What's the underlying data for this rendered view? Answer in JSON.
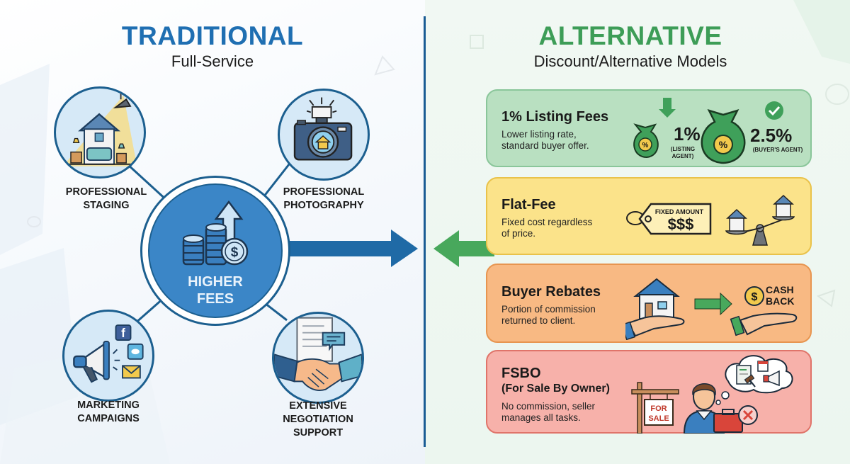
{
  "traditional": {
    "title": "TRADITIONAL",
    "subtitle": "Full-Service",
    "center": {
      "line1": "HIGHER",
      "line2": "FEES",
      "icon": "coins-dollar-up-arrow-icon"
    },
    "features": [
      {
        "line1": "PROFESSIONAL",
        "line2": "STAGING",
        "icon": "staged-house-icon"
      },
      {
        "line1": "PROFESSIONAL",
        "line2": "PHOTOGRAPHY",
        "icon": "camera-icon"
      },
      {
        "line1": "MARKETING",
        "line2": "CAMPAIGNS",
        "icon": "megaphone-icon"
      },
      {
        "line1": "EXTENSIVE",
        "line2": "NEGOTIATION",
        "line3": "SUPPORT",
        "icon": "handshake-icon"
      }
    ]
  },
  "alternative": {
    "title": "ALTERNATIVE",
    "subtitle": "Discount/Alternative Models",
    "cards": [
      {
        "title": "1% Listing Fees",
        "desc1": "Lower listing rate,",
        "desc2": "standard buyer offer.",
        "listing_pct": "1%",
        "listing_label1": "(LISTING",
        "listing_label2": "AGENT)",
        "buyer_pct": "2.5%",
        "buyer_label": "(BUYER'S AGENT)",
        "color": "#b9e0c1"
      },
      {
        "title": "Flat-Fee",
        "desc1": "Fixed cost regardless",
        "desc2": "of price.",
        "tag_label": "FIXED AMOUNT",
        "tag_value": "$$$",
        "color": "#fbe38a"
      },
      {
        "title": "Buyer Rebates",
        "desc1": "Portion of commission",
        "desc2": "returned to client.",
        "cash1": "CASH",
        "cash2": "BACK",
        "color": "#f8b983"
      },
      {
        "title": "FSBO",
        "subtitle": "(For Sale By Owner)",
        "desc1": "No commission, seller",
        "desc2": "manages all tasks.",
        "sign1": "FOR",
        "sign2": "SALE",
        "color": "#f7b1aa"
      }
    ]
  },
  "colors": {
    "traditional": "#1f6fb2",
    "alternative": "#3d9d57",
    "divider": "#1a5c94"
  }
}
